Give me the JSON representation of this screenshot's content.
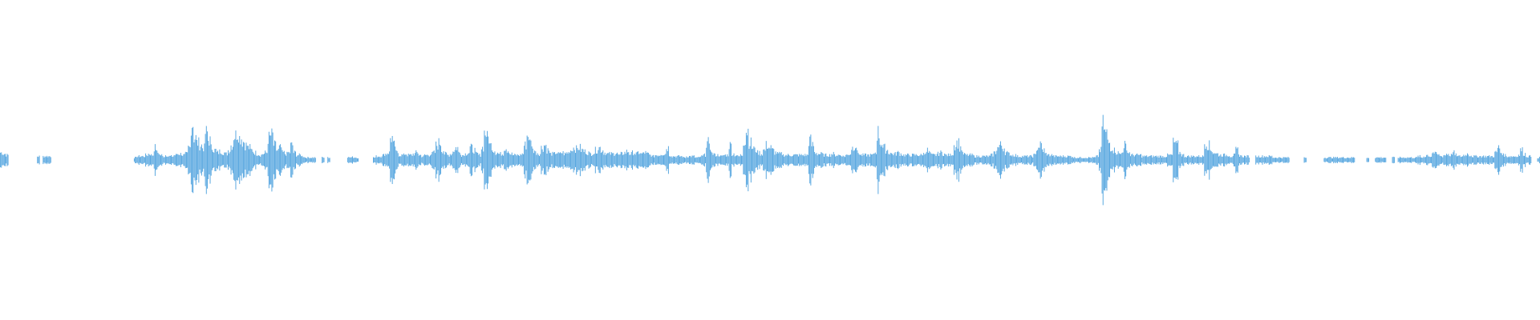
{
  "waveform": {
    "color": "#5aa8e0",
    "duration_fraction_visible": 1,
    "amplitude_profile": [
      0.06,
      0.05,
      0.04,
      0.0,
      0.0,
      0.0,
      0.0,
      0.0,
      0.0,
      0.0,
      0.0,
      0.0,
      0.0,
      0.03,
      0.0,
      0.03,
      0.03,
      0.03,
      0.0,
      0.0,
      0.0,
      0.0,
      0.0,
      0.0,
      0.0,
      0.0,
      0.0,
      0.0,
      0.0,
      0.0,
      0.0,
      0.0,
      0.0,
      0.0,
      0.0,
      0.0,
      0.0,
      0.0,
      0.0,
      0.0,
      0.0,
      0.0,
      0.0,
      0.0,
      0.0,
      0.0,
      0.0,
      0.02,
      0.03,
      0.03,
      0.03,
      0.04,
      0.05,
      0.04,
      0.1,
      0.06,
      0.04,
      0.03,
      0.04,
      0.03,
      0.03,
      0.04,
      0.05,
      0.05,
      0.04,
      0.05,
      0.1,
      0.3,
      0.18,
      0.14,
      0.12,
      0.1,
      0.22,
      0.16,
      0.1,
      0.08,
      0.06,
      0.07,
      0.06,
      0.05,
      0.08,
      0.12,
      0.2,
      0.22,
      0.18,
      0.15,
      0.12,
      0.1,
      0.08,
      0.06,
      0.05,
      0.04,
      0.05,
      0.06,
      0.18,
      0.2,
      0.12,
      0.08,
      0.1,
      0.06,
      0.05,
      0.06,
      0.12,
      0.06,
      0.04,
      0.04,
      0.03,
      0.02,
      0.02,
      0.02,
      0.02,
      0.0,
      0.0,
      0.02,
      0.0,
      0.02,
      0.0,
      0.0,
      0.0,
      0.0,
      0.0,
      0.0,
      0.02,
      0.03,
      0.02,
      0.02,
      0.0,
      0.0,
      0.0,
      0.0,
      0.0,
      0.02,
      0.03,
      0.03,
      0.04,
      0.05,
      0.06,
      0.18,
      0.12,
      0.06,
      0.04,
      0.04,
      0.05,
      0.04,
      0.04,
      0.05,
      0.06,
      0.04,
      0.03,
      0.04,
      0.04,
      0.05,
      0.06,
      0.12,
      0.14,
      0.08,
      0.05,
      0.04,
      0.05,
      0.08,
      0.1,
      0.06,
      0.04,
      0.05,
      0.06,
      0.1,
      0.08,
      0.05,
      0.04,
      0.1,
      0.22,
      0.18,
      0.12,
      0.08,
      0.06,
      0.05,
      0.05,
      0.1,
      0.08,
      0.05,
      0.04,
      0.04,
      0.04,
      0.05,
      0.12,
      0.2,
      0.14,
      0.08,
      0.06,
      0.05,
      0.1,
      0.12,
      0.08,
      0.05,
      0.05,
      0.06,
      0.05,
      0.06,
      0.05,
      0.06,
      0.08,
      0.1,
      0.09,
      0.1,
      0.08,
      0.07,
      0.06,
      0.05,
      0.06,
      0.08,
      0.1,
      0.08,
      0.06,
      0.05,
      0.05,
      0.05,
      0.06,
      0.04,
      0.05,
      0.06,
      0.07,
      0.05,
      0.06,
      0.05,
      0.06,
      0.05,
      0.06,
      0.05,
      0.04,
      0.03,
      0.04,
      0.04,
      0.05,
      0.05,
      0.1,
      0.04,
      0.03,
      0.03,
      0.03,
      0.03,
      0.02,
      0.03,
      0.03,
      0.03,
      0.02,
      0.02,
      0.03,
      0.04,
      0.14,
      0.1,
      0.05,
      0.04,
      0.04,
      0.03,
      0.04,
      0.04,
      0.12,
      0.05,
      0.04,
      0.03,
      0.04,
      0.16,
      0.24,
      0.14,
      0.1,
      0.08,
      0.06,
      0.05,
      0.08,
      0.12,
      0.1,
      0.08,
      0.06,
      0.05,
      0.05,
      0.04,
      0.04,
      0.04,
      0.04,
      0.04,
      0.04,
      0.04,
      0.04,
      0.04,
      0.16,
      0.12,
      0.06,
      0.05,
      0.05,
      0.04,
      0.04,
      0.04,
      0.05,
      0.04,
      0.04,
      0.04,
      0.03,
      0.04,
      0.05,
      0.1,
      0.12,
      0.06,
      0.04,
      0.04,
      0.04,
      0.04,
      0.04,
      0.06,
      0.22,
      0.14,
      0.1,
      0.08,
      0.06,
      0.05,
      0.05,
      0.06,
      0.05,
      0.04,
      0.04,
      0.04,
      0.04,
      0.04,
      0.04,
      0.04,
      0.05,
      0.08,
      0.06,
      0.04,
      0.04,
      0.05,
      0.06,
      0.05,
      0.04,
      0.04,
      0.05,
      0.12,
      0.14,
      0.1,
      0.05,
      0.04,
      0.04,
      0.04,
      0.03,
      0.03,
      0.03,
      0.03,
      0.03,
      0.03,
      0.04,
      0.06,
      0.1,
      0.12,
      0.1,
      0.06,
      0.05,
      0.04,
      0.04,
      0.03,
      0.03,
      0.03,
      0.03,
      0.03,
      0.03,
      0.04,
      0.1,
      0.12,
      0.08,
      0.05,
      0.04,
      0.04,
      0.03,
      0.03,
      0.03,
      0.03,
      0.03,
      0.03,
      0.03,
      0.02,
      0.02,
      0.02,
      0.02,
      0.02,
      0.02,
      0.02,
      0.02,
      0.03,
      0.08,
      0.28,
      0.22,
      0.14,
      0.1,
      0.08,
      0.06,
      0.05,
      0.08,
      0.12,
      0.06,
      0.04,
      0.04,
      0.04,
      0.04,
      0.03,
      0.03,
      0.03,
      0.03,
      0.03,
      0.03,
      0.03,
      0.03,
      0.03,
      0.04,
      0.04,
      0.14,
      0.12,
      0.06,
      0.04,
      0.03,
      0.03,
      0.03,
      0.03,
      0.03,
      0.03,
      0.03,
      0.14,
      0.12,
      0.08,
      0.06,
      0.05,
      0.04,
      0.04,
      0.04,
      0.04,
      0.03,
      0.04,
      0.08,
      0.04,
      0.03,
      0.03,
      0.03,
      0.0,
      0.0,
      0.03,
      0.03,
      0.03,
      0.03,
      0.03,
      0.03,
      0.02,
      0.02,
      0.02,
      0.02,
      0.02,
      0.02,
      0.0,
      0.0,
      0.0,
      0.0,
      0.0,
      0.02,
      0.0,
      0.0,
      0.0,
      0.0,
      0.0,
      0.0,
      0.02,
      0.02,
      0.02,
      0.02,
      0.02,
      0.02,
      0.02,
      0.02,
      0.02,
      0.02,
      0.02,
      0.0,
      0.0,
      0.0,
      0.0,
      0.02,
      0.0,
      0.0,
      0.02,
      0.02,
      0.02,
      0.02,
      0.0,
      0.0,
      0.02,
      0.0,
      0.02,
      0.02,
      0.02,
      0.02,
      0.02,
      0.02,
      0.02,
      0.03,
      0.02,
      0.03,
      0.04,
      0.03,
      0.06,
      0.05,
      0.04,
      0.03,
      0.04,
      0.05,
      0.04,
      0.06,
      0.04,
      0.03,
      0.03,
      0.04,
      0.05,
      0.04,
      0.03,
      0.03,
      0.03,
      0.03,
      0.03,
      0.03,
      0.03,
      0.03,
      0.06,
      0.1,
      0.06,
      0.04,
      0.03,
      0.03,
      0.03,
      0.03,
      0.04,
      0.08,
      0.05,
      0.03,
      0.03,
      0.0,
      0.0,
      0.02
    ]
  }
}
